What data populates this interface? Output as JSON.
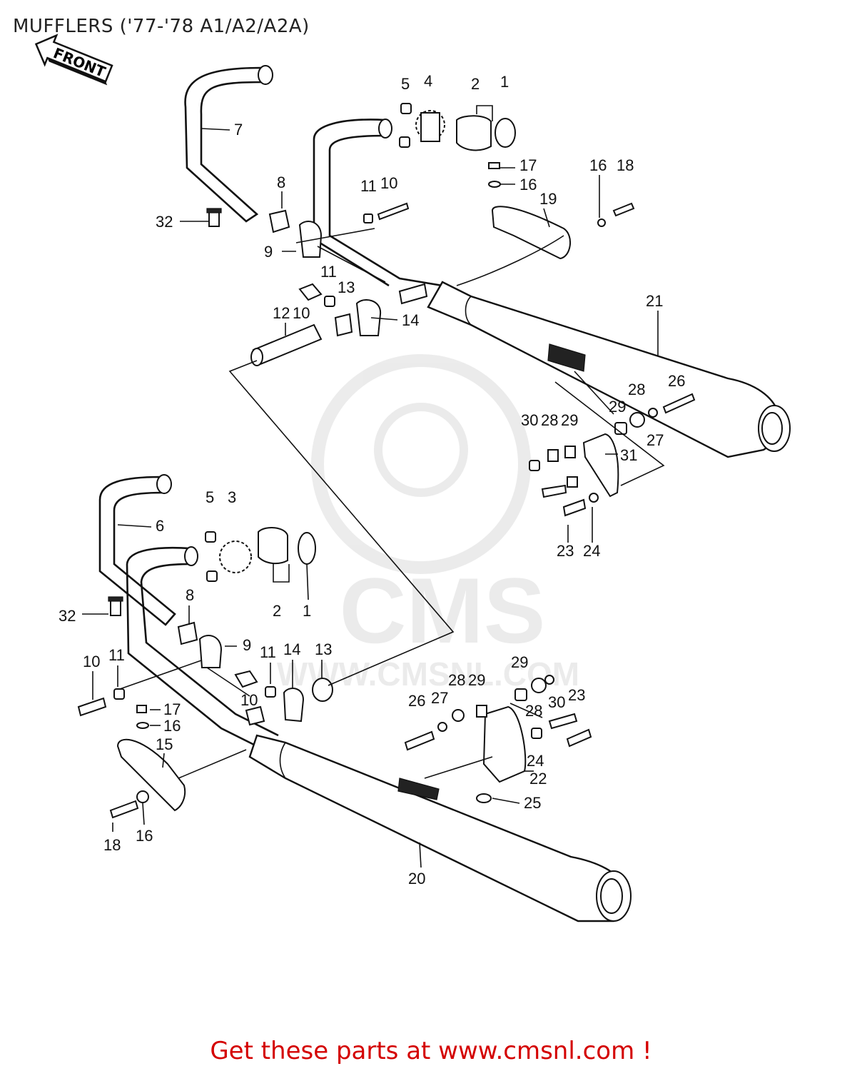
{
  "title": "MUFFLERS ('77-'78 A1/A2/A2A)",
  "front_arrow_label": "FRONT",
  "watermark": {
    "brand": "CMS",
    "url": "WWW.CMSNL.COM"
  },
  "promo": {
    "text": "Get these parts at www.cmsnl.com !",
    "color": "#d40000"
  },
  "callouts": [
    "5",
    "4",
    "2",
    "1",
    "7",
    "8",
    "11",
    "10",
    "17",
    "16",
    "16",
    "18",
    "19",
    "32",
    "9",
    "11",
    "13",
    "12",
    "10",
    "14",
    "21",
    "26",
    "28",
    "29",
    "27",
    "30",
    "28",
    "29",
    "31",
    "23",
    "24",
    "5",
    "3",
    "6",
    "32",
    "8",
    "2",
    "1",
    "9",
    "10",
    "11",
    "11",
    "14",
    "13",
    "17",
    "16",
    "15",
    "10",
    "18",
    "16",
    "29",
    "28",
    "29",
    "26",
    "27",
    "28",
    "30",
    "23",
    "24",
    "22",
    "25",
    "20"
  ]
}
